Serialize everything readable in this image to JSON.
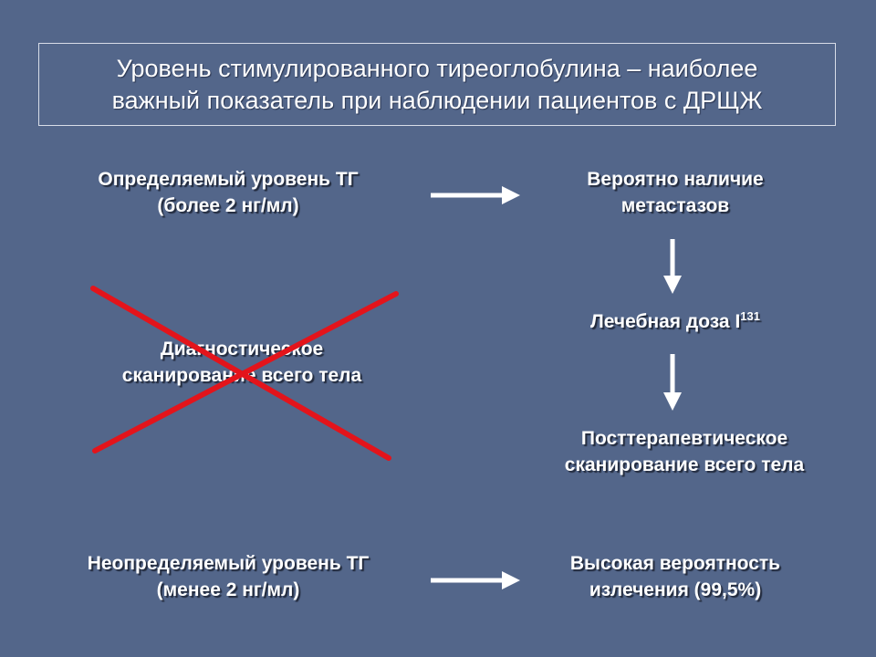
{
  "title": {
    "line1": "Уровень стимулированного тиреоглобулина – наиболее",
    "line2": "важный показатель при наблюдении пациентов с ДРЩЖ"
  },
  "nodes": {
    "tg_high": {
      "line1": "Определяемый уровень ТГ",
      "line2": "(более 2 нг/мл)"
    },
    "metastases": {
      "line1": "Вероятно наличие",
      "line2": "метастазов"
    },
    "dose": {
      "text": "Лечебная доза I",
      "superscript": "131"
    },
    "diagnostic_scan": {
      "line1": "Диагностическое",
      "line2": "сканирование всего тела"
    },
    "post_scan": {
      "line1": "Посттерапевтическое",
      "line2": "сканирование всего тела"
    },
    "tg_low": {
      "line1": "Неопределяемый уровень ТГ",
      "line2": "(менее 2 нг/мл)"
    },
    "cure": {
      "line1": "Высокая вероятность",
      "line2": "излечения (99,5%)"
    }
  },
  "colors": {
    "background": "#53668a",
    "text": "#ffffff",
    "arrow": "#ffffff",
    "cross": "#e3141b"
  },
  "icons": {
    "arrows": "arrow-icon",
    "cross": "cross-out-icon"
  }
}
